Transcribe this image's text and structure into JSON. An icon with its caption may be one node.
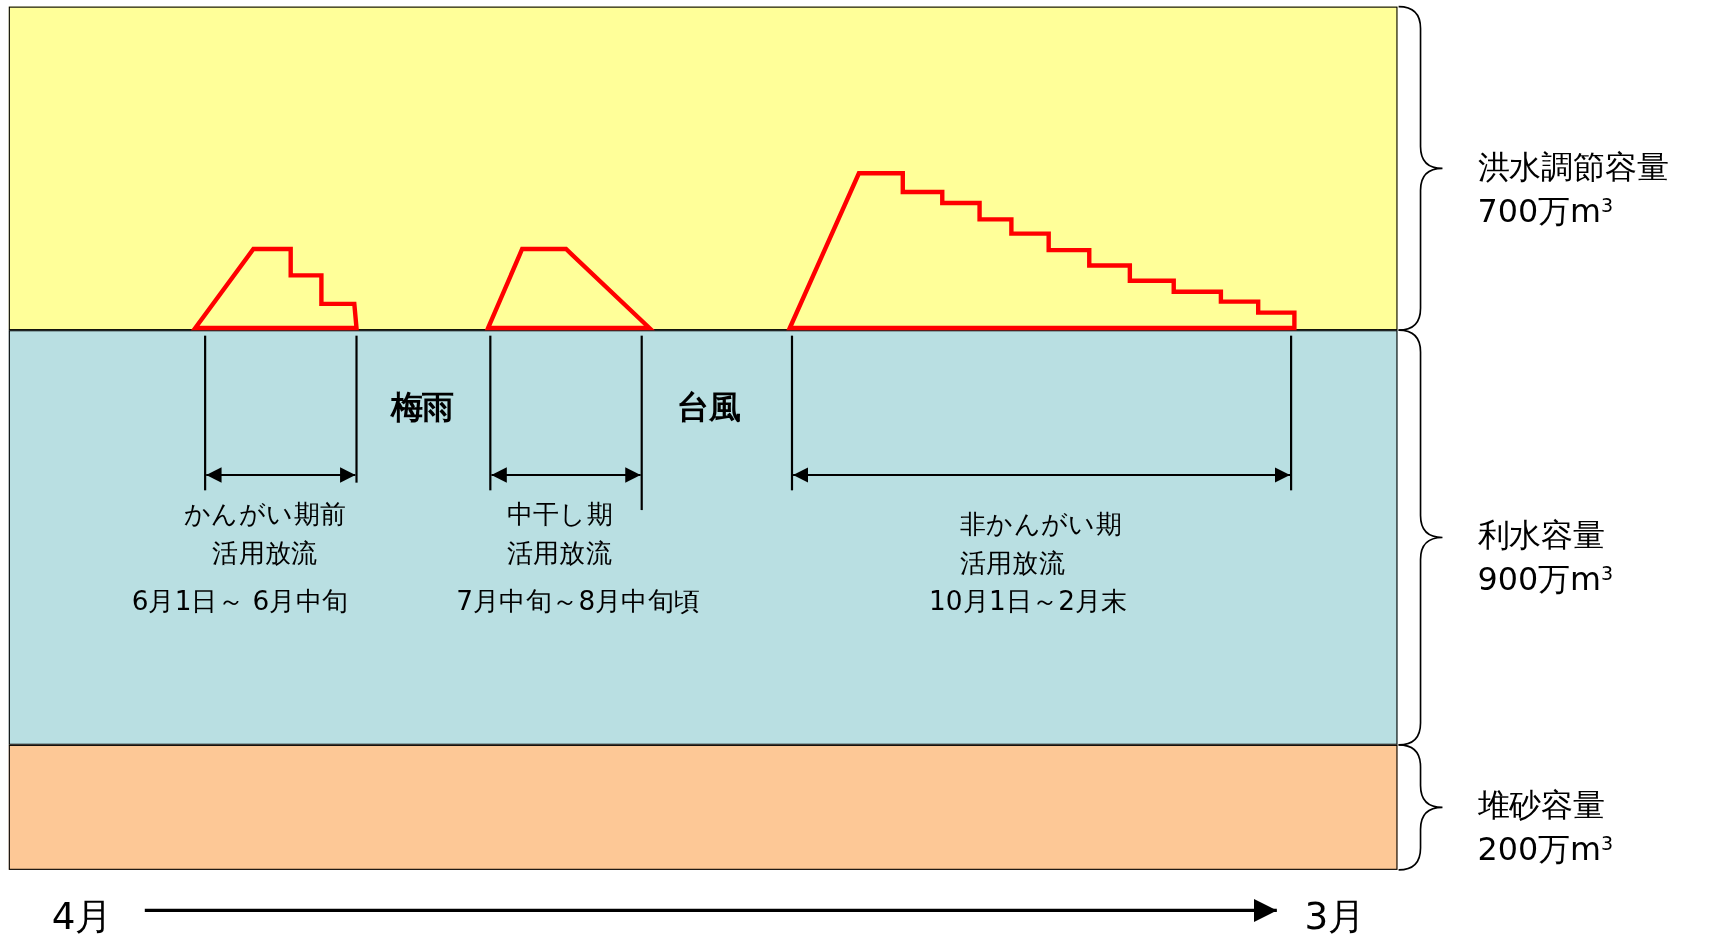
{
  "diagram": {
    "nodes": [
      {
        "text": [],
        "shape": "band",
        "beside": [
          "洪水調節容量",
          "700万m$^{3}$"
        ]
      },
      {
        "text": [],
        "shape": "band",
        "beside": [
          "利水容量",
          "900万m$^{3}$"
        ]
      },
      {
        "text": [],
        "shape": "band",
        "beside": [
          "堆砂容量",
          "200万m$^{3}$"
        ]
      },
      {
        "text": [
          "4月"
        ]
      },
      {
        "text": [
          "3月"
        ]
      }
    ],
    "edges": [
      {
        "from": 3,
        "to": 4,
        "arrow": "to"
      }
    ],
    "labels": [
      "梅雨",
      "台風",
      "かんがい期前活用放流",
      "中干し期活用放流",
      "非かんがい期活用放流",
      "6月1日～ 6月中旬",
      "7月中旬～8月中旬頃",
      "10月1日～2月末"
    ]
  }
}
